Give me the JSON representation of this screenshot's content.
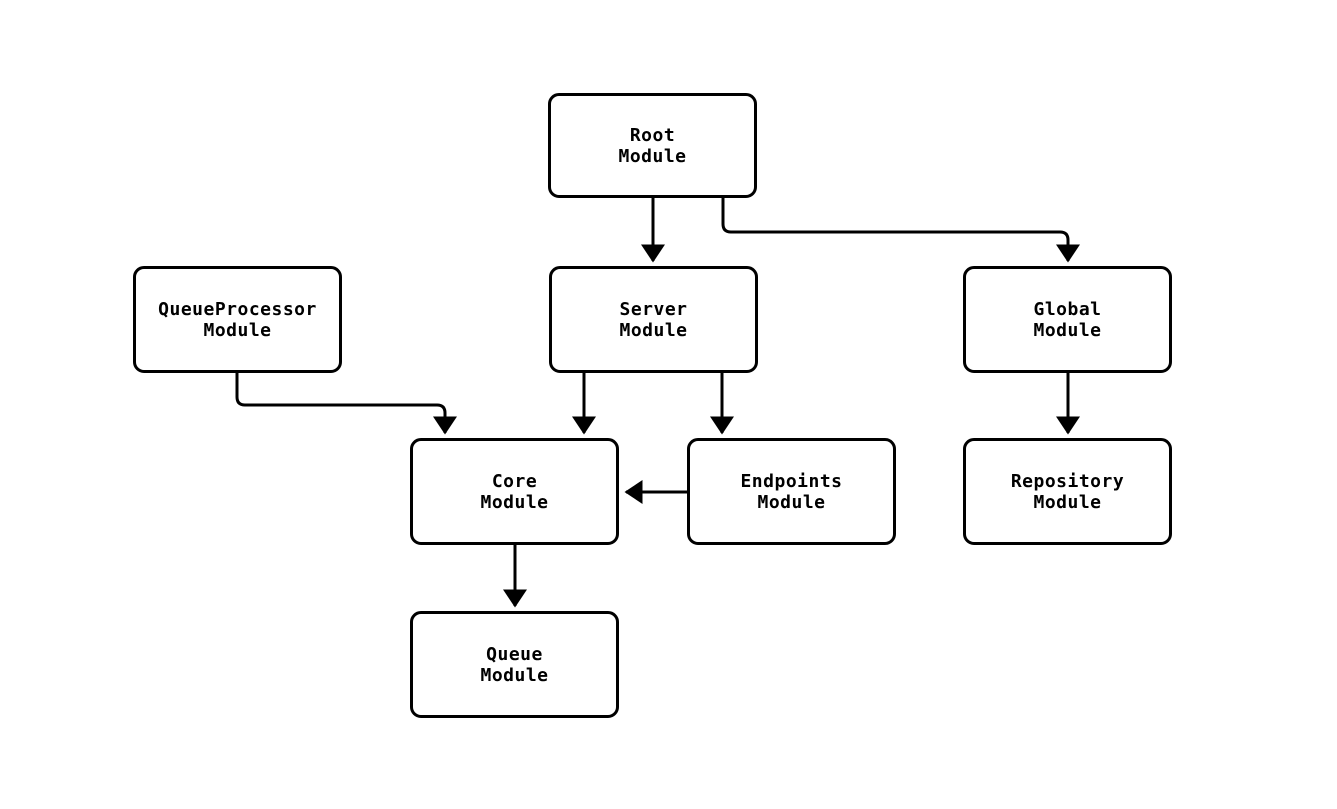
{
  "diagram": {
    "type": "module-dependency-flowchart",
    "background_color": "#ffffff",
    "node_fill": "#ffffff",
    "node_border_color": "#000000",
    "edge_color": "#000000",
    "text_color": "#000000",
    "nodes": {
      "root": {
        "label": "Root Module",
        "line1": "Root",
        "line2": "Module"
      },
      "queue_processor": {
        "label": "QueueProcessor Module",
        "line1": "QueueProcessor",
        "line2": "Module"
      },
      "server": {
        "label": "Server Module",
        "line1": "Server",
        "line2": "Module"
      },
      "global": {
        "label": "Global Module",
        "line1": "Global",
        "line2": "Module"
      },
      "core": {
        "label": "Core Module",
        "line1": "Core",
        "line2": "Module"
      },
      "endpoints": {
        "label": "Endpoints Module",
        "line1": "Endpoints",
        "line2": "Module"
      },
      "repository": {
        "label": "Repository Module",
        "line1": "Repository",
        "line2": "Module"
      },
      "queue": {
        "label": "Queue Module",
        "line1": "Queue",
        "line2": "Module"
      }
    },
    "edges": [
      {
        "from": "Root Module",
        "to": "Server Module"
      },
      {
        "from": "Root Module",
        "to": "Global Module"
      },
      {
        "from": "QueueProcessor Module",
        "to": "Core Module"
      },
      {
        "from": "Server Module",
        "to": "Core Module"
      },
      {
        "from": "Server Module",
        "to": "Endpoints Module"
      },
      {
        "from": "Endpoints Module",
        "to": "Core Module"
      },
      {
        "from": "Global Module",
        "to": "Repository Module"
      },
      {
        "from": "Core Module",
        "to": "Queue Module"
      }
    ]
  }
}
